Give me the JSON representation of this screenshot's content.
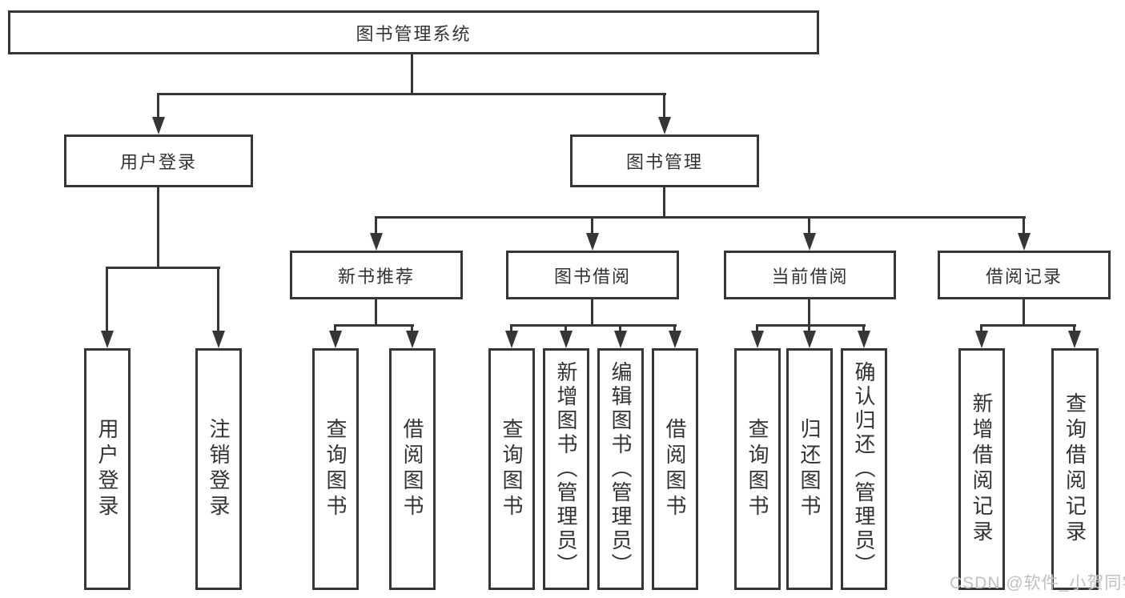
{
  "diagram": {
    "title": "图书管理系统",
    "colors": {
      "line": "#363636",
      "text": "#333333",
      "background": "#ffffff",
      "watermark": "#c0c0c0"
    },
    "nodes": {
      "root": "图书管理系统",
      "user_login": "用户登录",
      "book_mgmt": "图书管理",
      "new_books": "新书推荐",
      "book_borrow": "图书借阅",
      "current_borrow": "当前借阅",
      "borrow_records": "借阅记录",
      "leaves": {
        "login": "用户登录",
        "logout": "注销登录",
        "nb_query": "查询图书",
        "nb_borrow": "借阅图书",
        "bb_query": "查询图书",
        "bb_add": "新增图书（管理员）",
        "bb_edit": "编辑图书（管理员）",
        "bb_borrow": "借阅图书",
        "cb_query": "查询图书",
        "cb_return": "归还图书",
        "cb_confirm": "确认归还（管理员）",
        "br_add": "新增借阅记录",
        "br_query": "查询借阅记录"
      }
    },
    "edges": [
      {
        "from": "图书管理系统",
        "to": "用户登录"
      },
      {
        "from": "图书管理系统",
        "to": "图书管理"
      },
      {
        "from": "用户登录",
        "to": "用户登录"
      },
      {
        "from": "用户登录",
        "to": "注销登录"
      },
      {
        "from": "图书管理",
        "to": "新书推荐"
      },
      {
        "from": "图书管理",
        "to": "图书借阅"
      },
      {
        "from": "图书管理",
        "to": "当前借阅"
      },
      {
        "from": "图书管理",
        "to": "借阅记录"
      },
      {
        "from": "新书推荐",
        "to": "查询图书"
      },
      {
        "from": "新书推荐",
        "to": "借阅图书"
      },
      {
        "from": "图书借阅",
        "to": "查询图书"
      },
      {
        "from": "图书借阅",
        "to": "新增图书（管理员）"
      },
      {
        "from": "图书借阅",
        "to": "编辑图书（管理员）"
      },
      {
        "from": "图书借阅",
        "to": "借阅图书"
      },
      {
        "from": "当前借阅",
        "to": "查询图书"
      },
      {
        "from": "当前借阅",
        "to": "归还图书"
      },
      {
        "from": "当前借阅",
        "to": "确认归还（管理员）"
      },
      {
        "from": "借阅记录",
        "to": "新增借阅记录"
      },
      {
        "from": "借阅记录",
        "to": "查询借阅记录"
      }
    ],
    "watermark": "CSDN @软件_小贺同学"
  }
}
